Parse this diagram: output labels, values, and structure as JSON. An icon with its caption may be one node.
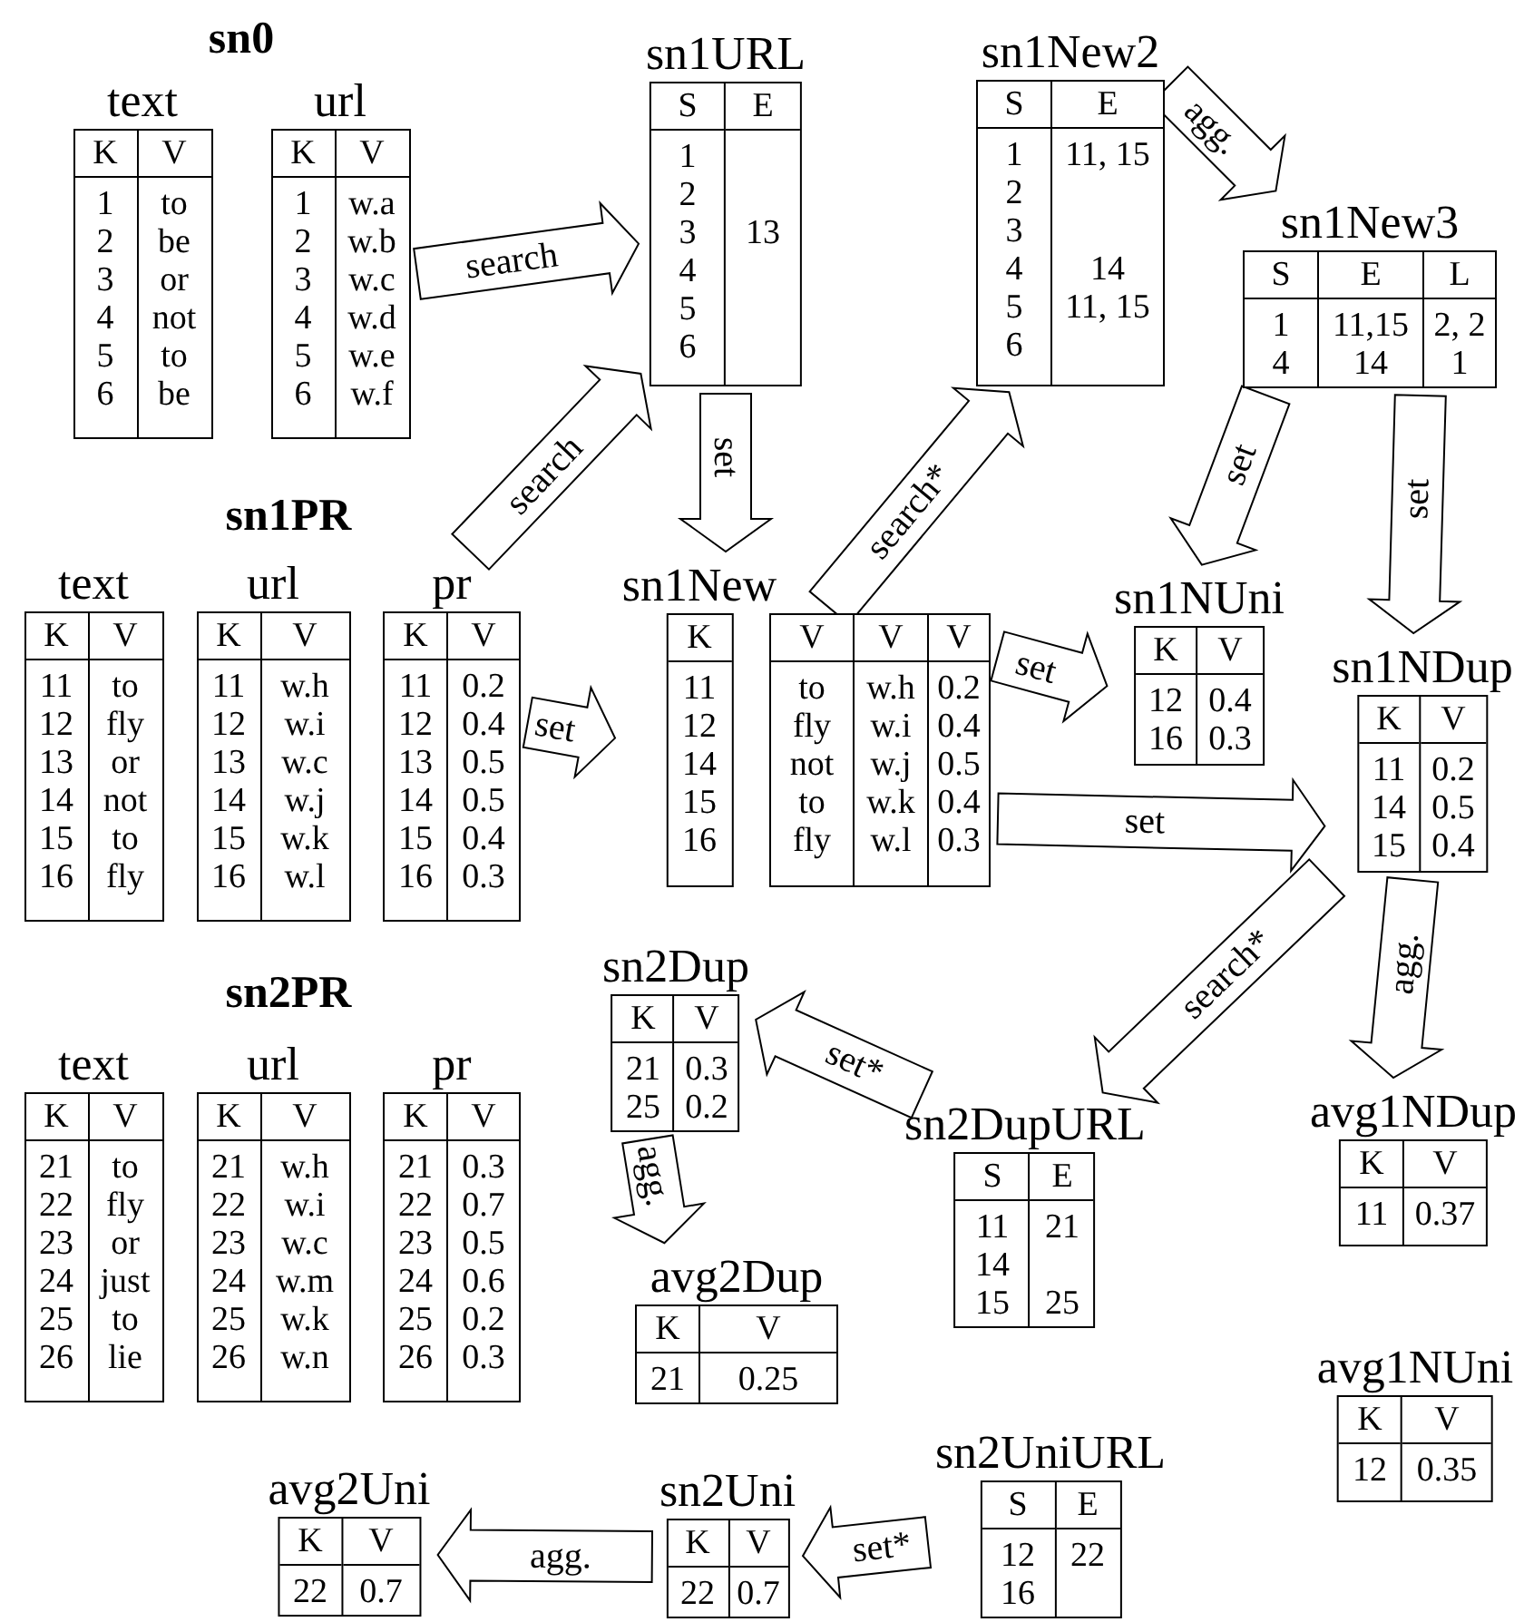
{
  "diagram": {
    "nodes": [
      {
        "text": [
          "text",
          "K",
          "V",
          "1",
          "to",
          "2",
          "be",
          "3",
          "or",
          "4",
          "not",
          "5",
          "to",
          "6",
          "be"
        ]
      },
      {
        "text": [
          "url",
          "K",
          "V",
          "1",
          "w.a",
          "2",
          "w.b",
          "3",
          "w.c",
          "4",
          "w.d",
          "5",
          "w.e",
          "6",
          "w.f"
        ]
      },
      {
        "text": [
          "sn1URL",
          "S",
          "E",
          "1",
          "2",
          "3",
          "13",
          "4",
          "5",
          "6"
        ]
      },
      {
        "text": [
          "sn1New2",
          "S",
          "E",
          "1",
          "11, 15",
          "2",
          "3",
          "4",
          "14",
          "5",
          "11, 15",
          "6"
        ]
      },
      {
        "text": [
          "sn1New3",
          "S",
          "E",
          "L",
          "1",
          "11,15",
          "2, 2",
          "4",
          "14",
          "1"
        ]
      },
      {
        "text": [
          "text",
          "K",
          "V",
          "11",
          "to",
          "12",
          "fly",
          "13",
          "or",
          "14",
          "not",
          "15",
          "to",
          "16",
          "fly"
        ]
      },
      {
        "text": [
          "url",
          "K",
          "V",
          "11",
          "w.h",
          "12",
          "w.i",
          "13",
          "w.c",
          "14",
          "w.j",
          "15",
          "w.k",
          "16",
          "w.l"
        ]
      },
      {
        "text": [
          "pr",
          "K",
          "V",
          "11",
          "0.2",
          "12",
          "0.4",
          "13",
          "0.5",
          "14",
          "0.5",
          "15",
          "0.4",
          "16",
          "0.3"
        ]
      },
      {
        "text": [
          "sn1New",
          "K",
          "11",
          "12",
          "14",
          "15",
          "16"
        ]
      },
      {
        "text": [
          "V",
          "V",
          "V",
          "to",
          "w.h",
          "0.2",
          "fly",
          "w.i",
          "0.4",
          "not",
          "w.j",
          "0.5",
          "to",
          "w.k",
          "0.4",
          "fly",
          "w.l",
          "0.3"
        ]
      },
      {
        "text": [
          "sn1NUni",
          "K",
          "V",
          "12",
          "0.4",
          "16",
          "0.3"
        ]
      },
      {
        "text": [
          "sn1NDup",
          "K",
          "V",
          "11",
          "0.2",
          "14",
          "0.5",
          "15",
          "0.4"
        ]
      },
      {
        "text": [
          "sn2Dup",
          "K",
          "V",
          "21",
          "0.3",
          "25",
          "0.2"
        ]
      },
      {
        "text": [
          "text",
          "K",
          "V",
          "21",
          "to",
          "22",
          "fly",
          "23",
          "or",
          "24",
          "just",
          "25",
          "to",
          "26",
          "lie"
        ]
      },
      {
        "text": [
          "url",
          "K",
          "V",
          "21",
          "w.h",
          "22",
          "w.i",
          "23",
          "w.c",
          "24",
          "w.m",
          "25",
          "w.k",
          "26",
          "w.n"
        ]
      },
      {
        "text": [
          "pr",
          "K",
          "V",
          "21",
          "0.3",
          "22",
          "0.7",
          "23",
          "0.5",
          "24",
          "0.6",
          "25",
          "0.2",
          "26",
          "0.3"
        ]
      },
      {
        "text": [
          "sn2DupURL",
          "S",
          "E",
          "11",
          "21",
          "14",
          "15",
          "25"
        ]
      },
      {
        "text": [
          "avg1NDup",
          "K",
          "V",
          "11",
          "0.37"
        ]
      },
      {
        "text": [
          "avg2Dup",
          "K",
          "V",
          "21",
          "0.25"
        ]
      },
      {
        "text": [
          "avg1NUni",
          "K",
          "V",
          "12",
          "0.35"
        ]
      },
      {
        "text": [
          "sn2UniURL",
          "S",
          "E",
          "12",
          "22",
          "16"
        ]
      },
      {
        "text": [
          "sn2Uni",
          "K",
          "V",
          "22",
          "0.7"
        ]
      },
      {
        "text": [
          "avg2Uni",
          "K",
          "V",
          "22",
          "0.7"
        ]
      }
    ],
    "edges": [
      {
        "from": 1,
        "to": 2,
        "arrow": "to",
        "label": "search"
      },
      {
        "from": 7,
        "to": 2,
        "arrow": "to",
        "label": "search"
      },
      {
        "from": 2,
        "to": 8,
        "arrow": "to",
        "label": "set"
      },
      {
        "from": 9,
        "to": 3,
        "arrow": "to",
        "label": "search*"
      },
      {
        "from": 3,
        "to": 4,
        "arrow": "to",
        "label": "agg."
      },
      {
        "from": 4,
        "to": 10,
        "arrow": "to",
        "label": "set"
      },
      {
        "from": 4,
        "to": 11,
        "arrow": "to",
        "label": "set"
      },
      {
        "from": 7,
        "to": 8,
        "arrow": "to",
        "label": "set"
      },
      {
        "from": 9,
        "to": 10,
        "arrow": "to",
        "label": "set"
      },
      {
        "from": 9,
        "to": 11,
        "arrow": "to",
        "label": "set"
      },
      {
        "from": 11,
        "to": 17,
        "arrow": "to",
        "label": "agg."
      },
      {
        "from": 11,
        "to": 16,
        "arrow": "to",
        "label": "search*"
      },
      {
        "from": 16,
        "to": 12,
        "arrow": "to",
        "label": "set*"
      },
      {
        "from": 12,
        "to": 18,
        "arrow": "to",
        "label": "agg."
      },
      {
        "from": 20,
        "to": 21,
        "arrow": "to",
        "label": "set*"
      },
      {
        "from": 21,
        "to": 22,
        "arrow": "to",
        "label": "agg."
      }
    ],
    "labels": [
      "sn0",
      "sn1PR",
      "sn2PR"
    ]
  }
}
